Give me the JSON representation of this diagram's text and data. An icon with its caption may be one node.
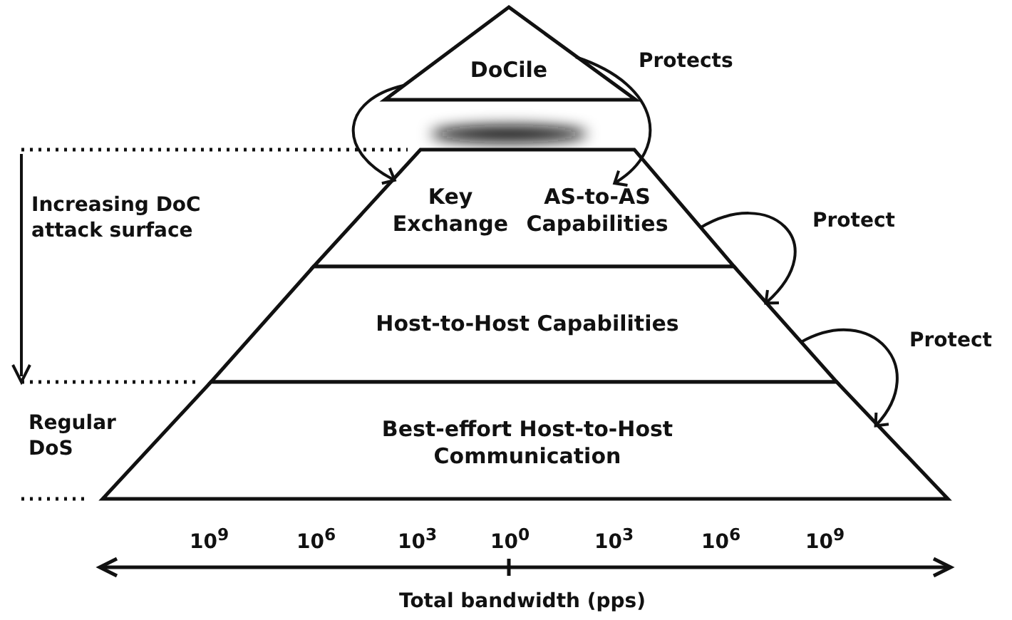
{
  "diagram": {
    "nodes": [
      {
        "text": [
          "DoCile"
        ]
      },
      {
        "text": [
          "Key Exchange"
        ]
      },
      {
        "text": [
          "AS-to-AS Capabilities"
        ]
      },
      {
        "text": [
          "Host-to-Host Capabilities"
        ]
      },
      {
        "text": [
          "Best-effort Host-to-Host Communication"
        ]
      }
    ],
    "edges": [
      {
        "from": 0,
        "to": 1,
        "arrow": "to"
      },
      {
        "from": 0,
        "to": 2,
        "arrow": "to",
        "label": "Protects"
      },
      {
        "from": 2,
        "to": 3,
        "arrow": "to",
        "label": "Protect"
      },
      {
        "from": 3,
        "to": 4,
        "arrow": "to",
        "label": "Protect"
      }
    ],
    "labels": [
      "Increasing DoC attack surface",
      "Regular DoS",
      "10$^{9}$",
      "10$^{6}$",
      "10$^{3}$",
      "10$^{0}$",
      "10$^{3}$",
      "10$^{6}$",
      "10$^{9}$",
      "Total bandwidth (pps)"
    ]
  }
}
